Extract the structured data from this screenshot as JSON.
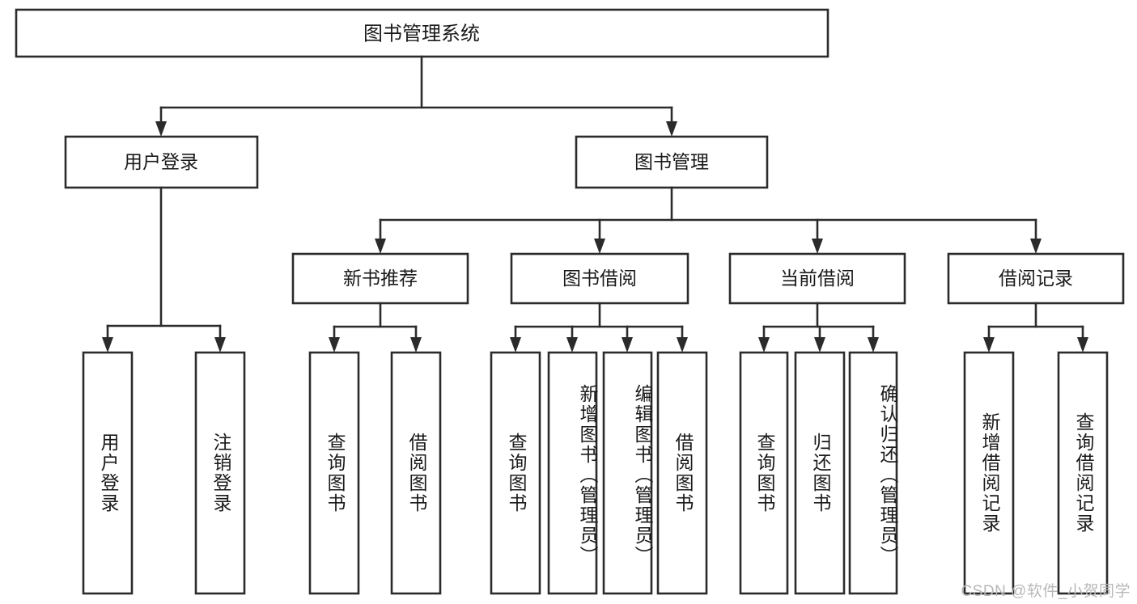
{
  "diagram": {
    "type": "tree-hierarchy-chart",
    "title": "图书管理系统",
    "orientation": "top-down",
    "colors": {
      "box_stroke": "#2b2b2b",
      "box_fill": "#ffffff",
      "connector": "#2b2b2b",
      "text": "#1a1a1a",
      "background": "#ffffff",
      "watermark": "#b8b8b8"
    },
    "root": {
      "label": "图书管理系统"
    },
    "level2": [
      {
        "label": "用户登录"
      },
      {
        "label": "图书管理"
      }
    ],
    "level3": [
      {
        "label": "新书推荐"
      },
      {
        "label": "图书借阅"
      },
      {
        "label": "当前借阅"
      },
      {
        "label": "借阅记录"
      }
    ],
    "leaves": {
      "user_login": [
        {
          "label": "用户登录"
        },
        {
          "label": "注销登录"
        }
      ],
      "new_book_recommend": [
        {
          "label": "查询图书"
        },
        {
          "label": "借阅图书"
        }
      ],
      "book_borrow": [
        {
          "label": "查询图书"
        },
        {
          "label": "新增图书（管理员）"
        },
        {
          "label": "编辑图书（管理员）"
        },
        {
          "label": "借阅图书"
        }
      ],
      "current_borrow": [
        {
          "label": "查询图书"
        },
        {
          "label": "归还图书"
        },
        {
          "label": "确认归还（管理员）"
        }
      ],
      "borrow_record": [
        {
          "label": "新增借阅记录"
        },
        {
          "label": "查询借阅记录"
        }
      ]
    }
  },
  "watermark": {
    "text": "CSDN @软件_小贺同学"
  }
}
